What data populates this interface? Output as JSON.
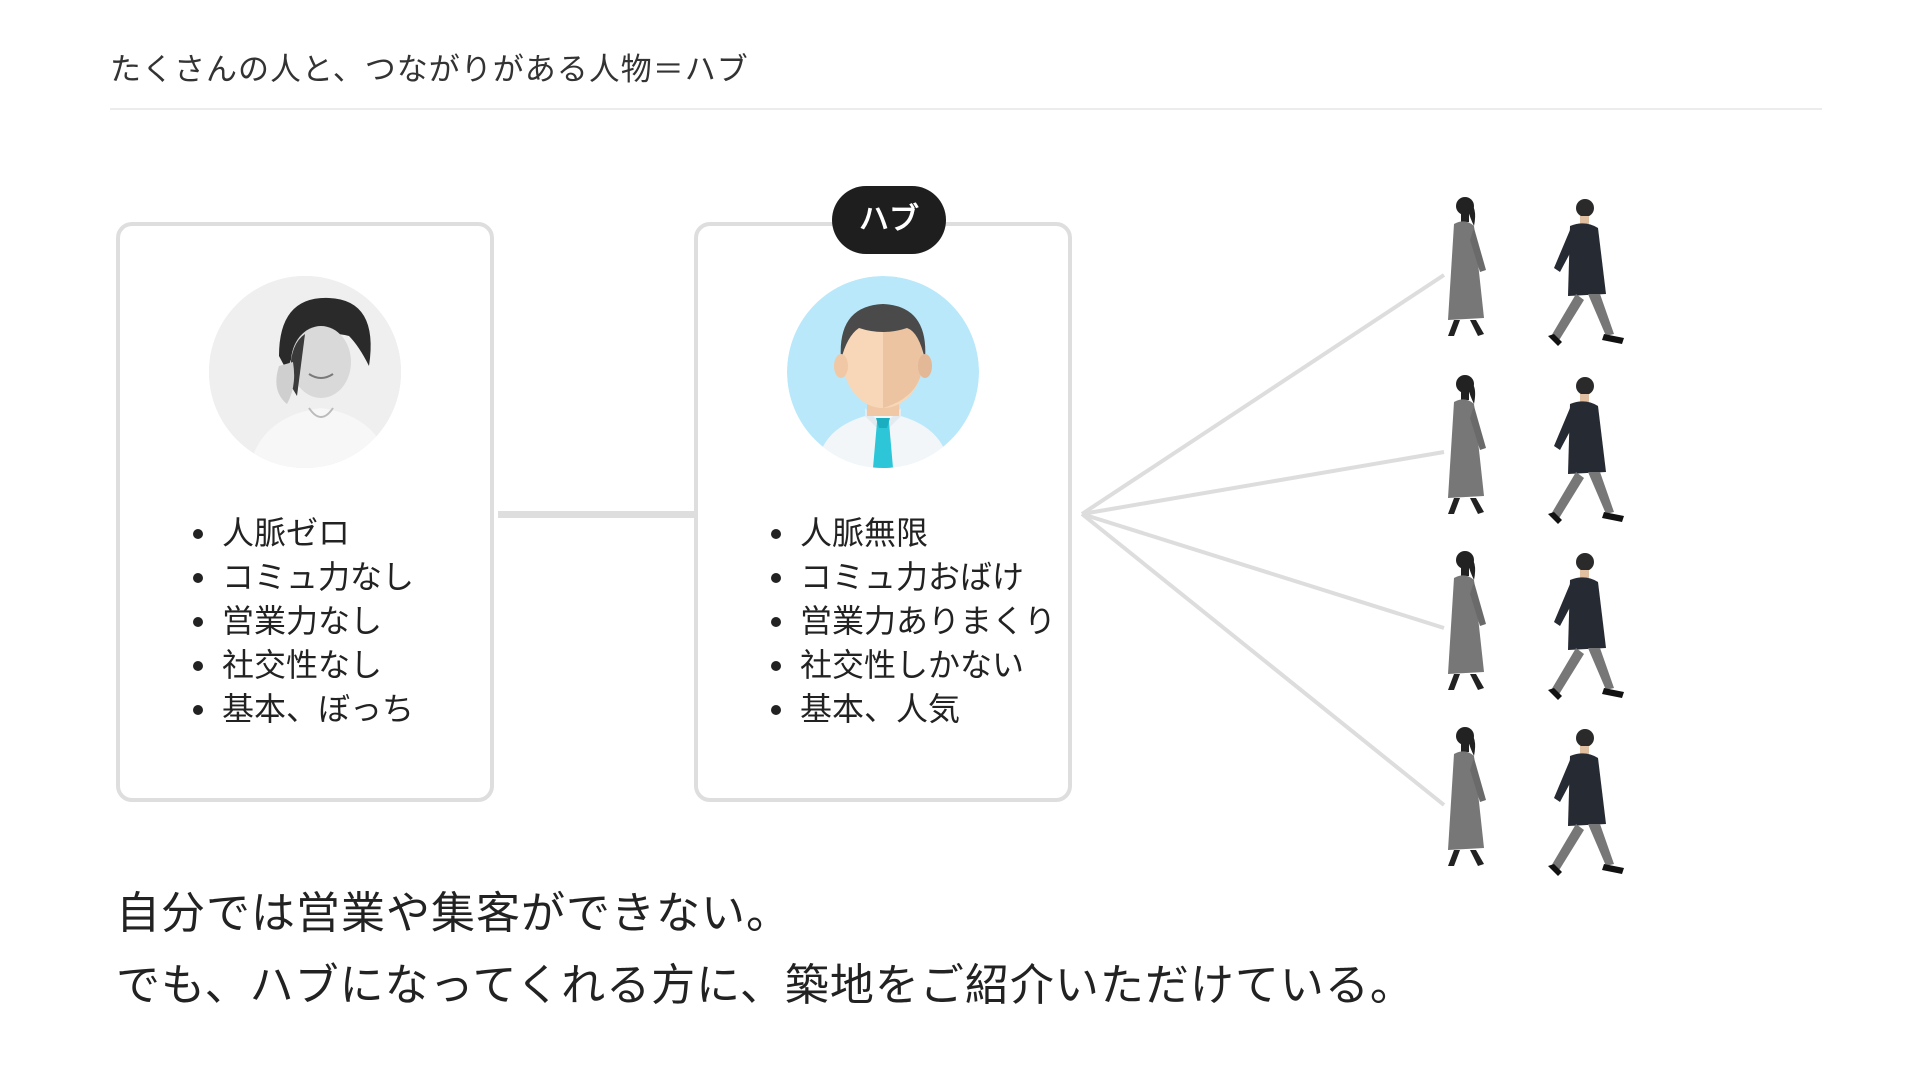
{
  "title": "たくさんの人と、つながりがある人物＝ハブ",
  "hub_badge": "ハブ",
  "left_card": {
    "items": [
      "人脈ゼロ",
      "コミュ力なし",
      "営業力なし",
      "社交性なし",
      "基本、ぼっち"
    ]
  },
  "hub_card": {
    "items": [
      "人脈無限",
      "コミュ力おばけ",
      "営業力ありまくり",
      "社交性しかない",
      "基本、人気"
    ]
  },
  "caption": {
    "line1": "自分では営業や集客ができない。",
    "line2": "でも、ハブになってくれる方に、築地をご紹介いただけている。"
  },
  "colors": {
    "border": "#dedede",
    "badge": "#1e1e1e",
    "hub_avatar_bg": "#b9e8fa",
    "tie": "#2cc6d8"
  }
}
